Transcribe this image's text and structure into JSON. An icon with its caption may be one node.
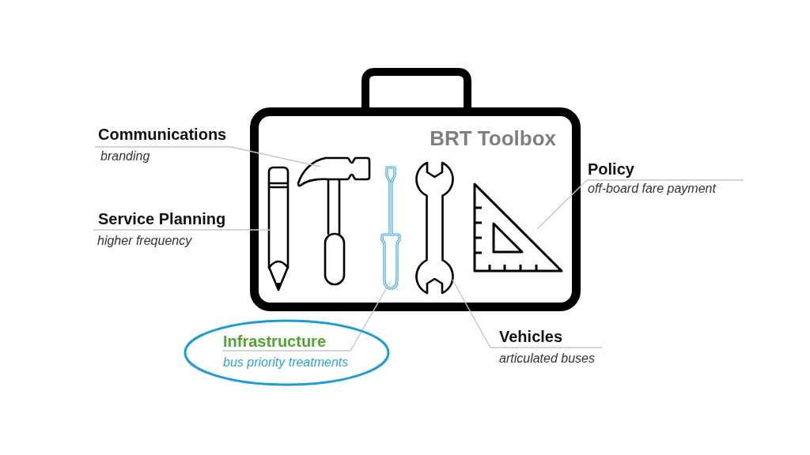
{
  "diagram": {
    "nodes": [
      {
        "text": [
          "Communications",
          "branding"
        ]
      },
      {
        "text": [
          "Service Planning",
          "higher frequency"
        ]
      },
      {
        "text": [
          "BRT Toolbox"
        ]
      },
      {
        "text": [],
        "shape": "picture",
        "in": 2
      },
      {
        "text": [],
        "shape": "picture",
        "in": 2
      },
      {
        "text": [],
        "shape": "picture",
        "in": 2
      },
      {
        "text": [],
        "shape": "picture",
        "in": 2
      },
      {
        "text": [],
        "shape": "picture",
        "in": 2
      },
      {
        "text": [
          "Policy",
          "off-board fare payment"
        ]
      },
      {
        "text": [
          "Infrastructure",
          "bus priority treatments"
        ]
      },
      {
        "text": [
          "Vehicles",
          "articulated buses"
        ]
      }
    ],
    "edges": [
      {
        "from": 0,
        "to": 4,
        "arrow": "none"
      },
      {
        "from": 1,
        "to": 3,
        "arrow": "none"
      },
      {
        "from": 8,
        "to": 7,
        "arrow": "none"
      },
      {
        "from": 9,
        "to": 5,
        "arrow": "none"
      },
      {
        "from": 10,
        "to": 6,
        "arrow": "none"
      }
    ]
  }
}
